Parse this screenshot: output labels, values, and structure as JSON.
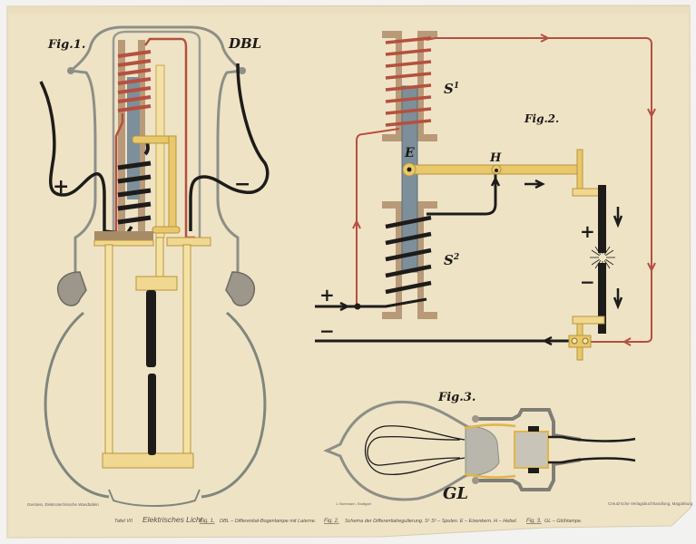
{
  "plate": {
    "title": "Elektrisches Licht.",
    "plate_number": "Tafel VII",
    "series_left": "Gerstein, Elektrotechnische Wandtafeln",
    "publisher_right": "Creutz'sche Verlagsbuchhandlung, Magdeburg",
    "printer_center": "J. Bortmann, Stuttgart"
  },
  "figures": {
    "fig1": {
      "label": "Fig.1.",
      "code": "DBL",
      "plus": "+",
      "minus": "−"
    },
    "fig2": {
      "label": "Fig.2.",
      "s1": "S",
      "s1_sup": "1",
      "s2": "S",
      "s2_sup": "2",
      "e": "E",
      "h": "H",
      "plus_in": "+",
      "minus_in": "−",
      "arc_plus": "+",
      "arc_minus": "−"
    },
    "fig3": {
      "label": "Fig.3.",
      "code": "GL"
    }
  },
  "legend": [
    {
      "ref": "Fig. 1.",
      "text": "DBL – Differential-Bogenlampe mit Laterne."
    },
    {
      "ref": "Fig. 2.",
      "text": "Schema der Differentialregulierung.  S¹ S² – Spulen.  E – Eisenkern.  H – Hebel."
    },
    {
      "ref": "Fig. 3.",
      "text": "GL – Glühlampe."
    }
  ],
  "colors": {
    "paper": "#efe3c6",
    "wire_red": "#b5503f",
    "wire_black": "#1e1c1a",
    "brass": "#e8c86a",
    "iron_core": "#7d8f9a",
    "bobbin": "#b89a78",
    "casing": "#8d8f86"
  }
}
